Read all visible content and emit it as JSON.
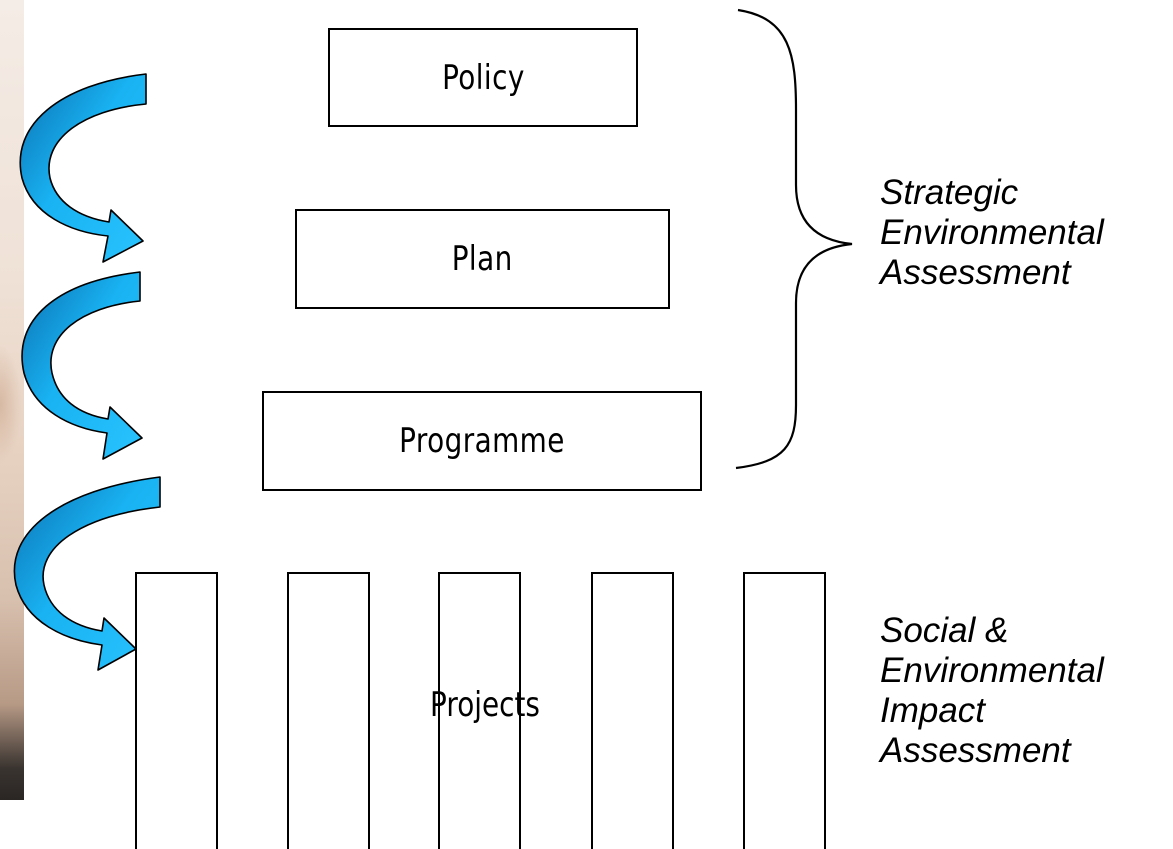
{
  "diagram": {
    "levels": [
      {
        "label": "Policy"
      },
      {
        "label": "Plan"
      },
      {
        "label": "Programme"
      }
    ],
    "projects_label": "Projects",
    "project_column_count": 5,
    "strategic_label": [
      "Strategic",
      "Environmental",
      "Assessment"
    ],
    "impact_label": [
      "Social &",
      "Environmental",
      "Impact",
      "Assessment"
    ],
    "arrow_color": "#19B2F2",
    "arrow_dark_color": "#0A6FB0",
    "box_border_color": "#000000"
  }
}
